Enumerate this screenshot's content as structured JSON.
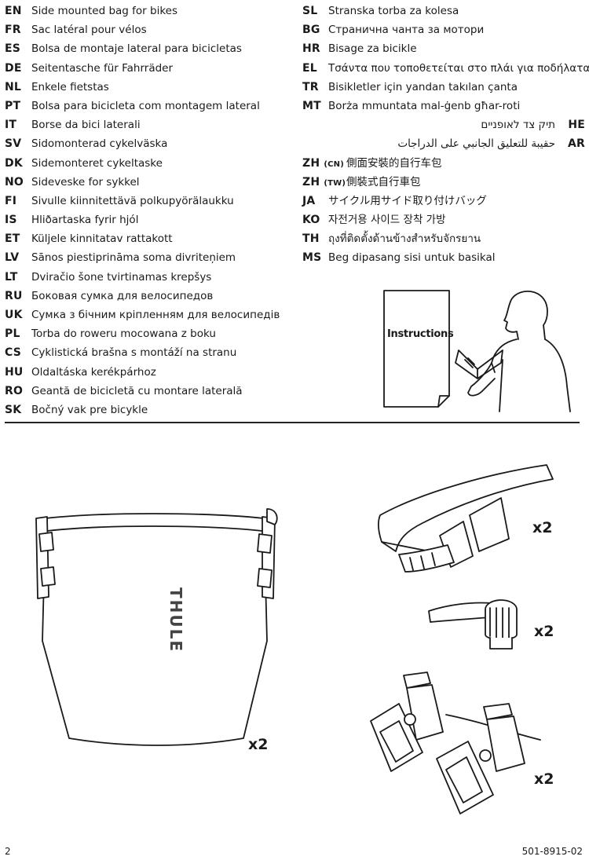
{
  "languages_left": [
    {
      "code": "EN",
      "text": "Side mounted bag for bikes"
    },
    {
      "code": "FR",
      "text": "Sac latéral pour vélos"
    },
    {
      "code": "ES",
      "text": "Bolsa de montaje lateral para bicicletas"
    },
    {
      "code": "DE",
      "text": "Seitentasche für Fahrräder"
    },
    {
      "code": "NL",
      "text": "Enkele fietstas"
    },
    {
      "code": "PT",
      "text": "Bolsa para bicicleta com montagem lateral"
    },
    {
      "code": "IT",
      "text": "Borse da bici laterali"
    },
    {
      "code": "SV",
      "text": "Sidomonterad cykelväska"
    },
    {
      "code": "DK",
      "text": "Sidemonteret cykeltaske"
    },
    {
      "code": "NO",
      "text": "Sideveske for sykkel"
    },
    {
      "code": "FI",
      "text": "Sivulle kiinnitettävä polkupyörälaukku"
    },
    {
      "code": "IS",
      "text": "Hliðartaska fyrir hjól"
    },
    {
      "code": "ET",
      "text": "Küljele kinnitatav rattakott"
    },
    {
      "code": "LV",
      "text": "Sānos piestiprināma soma divriteņiem"
    },
    {
      "code": "LT",
      "text": "Dviračio šone tvirtinamas krepšys"
    },
    {
      "code": "RU",
      "text": "Боковая сумка для велосипедов"
    },
    {
      "code": "UK",
      "text": "Сумка з бічним кріпленням для велосипедів"
    },
    {
      "code": "PL",
      "text": "Torba do roweru mocowana z boku"
    },
    {
      "code": "CS",
      "text": "Cyklistická brašna s montáží na stranu"
    },
    {
      "code": "HU",
      "text": "Oldaltáska kerékpárhoz"
    },
    {
      "code": "RO",
      "text": "Geantă de bicicletă cu montare laterală"
    },
    {
      "code": "SK",
      "text": "Bočný vak pre bicykle"
    }
  ],
  "languages_right": [
    {
      "code": "SL",
      "text": "Stranska torba za kolesa"
    },
    {
      "code": "BG",
      "text": "Странична чанта за мотори"
    },
    {
      "code": "HR",
      "text": "Bisage za bicikle"
    },
    {
      "code": "EL",
      "text": "Τσάντα που τοποθετείται στο πλάι για ποδήλατα"
    },
    {
      "code": "TR",
      "text": "Bisikletler için yandan takılan çanta"
    },
    {
      "code": "MT",
      "text": "Borża mmuntata mal-ġenb għar-roti"
    },
    {
      "code": "HE",
      "text": "תיק צד לאופניים",
      "rtl": true
    },
    {
      "code": "AR",
      "text": "حقيبة للتعليق الجانبي على الدراجات",
      "rtl": true
    },
    {
      "code": "ZH",
      "sub": "(CN)",
      "text": "側面安裝的自行车包"
    },
    {
      "code": "ZH",
      "sub": "(TW)",
      "text": "側裝式自行車包"
    },
    {
      "code": "JA",
      "text": "サイクル用サイド取り付けバッグ"
    },
    {
      "code": "KO",
      "text": "자전거용 사이드 장착 가방"
    },
    {
      "code": "TH",
      "text": "ถุงที่ติดตั้งด้านข้างสำหรับจักรยาน"
    },
    {
      "code": "MS",
      "text": "Beg dipasang sisi untuk basikal"
    }
  ],
  "instructions_label": "Instructions",
  "brand_logo_text": "THULE",
  "parts": [
    {
      "name": "bag",
      "qty": "x2"
    },
    {
      "name": "strap",
      "qty": "x2"
    },
    {
      "name": "knob-lever",
      "qty": "x2"
    },
    {
      "name": "mount-hooks",
      "qty": "x2"
    }
  ],
  "footer": {
    "page_number": "2",
    "doc_number": "501-8915-02"
  }
}
